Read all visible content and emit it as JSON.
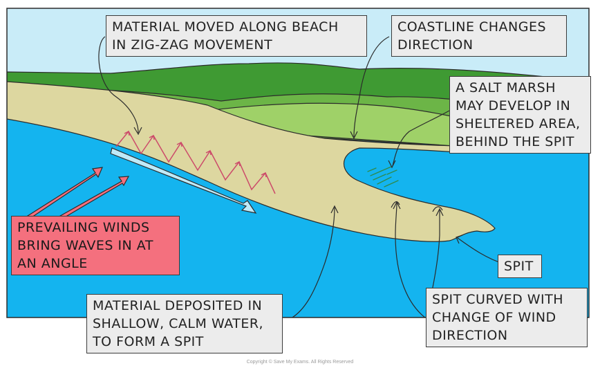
{
  "colors": {
    "sky": "#c9ecf8",
    "sea": "#14b4ef",
    "sand": "#ddd7a0",
    "land_dark": "#3f9a33",
    "land_mid": "#6cb547",
    "land_light": "#9fd168",
    "wave_arrow": "#cc4a6a",
    "wind_arrow": "#f4707e",
    "drift_arrow": "#bfeaf8"
  },
  "labels": {
    "material_moved": [
      "MATERIAL MOVED ALONG BEACH",
      "IN ZIG-ZAG MOVEMENT"
    ],
    "coastline": [
      "COASTLINE CHANGES",
      "DIRECTION"
    ],
    "salt_marsh": [
      "A SALT MARSH",
      "MAY DEVELOP IN",
      "SHELTERED AREA,",
      "BEHIND THE SPIT"
    ],
    "prevailing_winds": [
      "PREVAILING WINDS",
      "BRING WAVES IN AT",
      "AN ANGLE"
    ],
    "spit": [
      "SPIT"
    ],
    "deposited": [
      "MATERIAL DEPOSITED IN",
      "SHALLOW, CALM WATER,",
      "TO FORM A SPIT"
    ],
    "curved": [
      "SPIT CURVED WITH",
      "CHANGE OF WIND",
      "DIRECTION"
    ]
  },
  "copyright": "Copyright © Save My Exams. All Rights Reserved"
}
